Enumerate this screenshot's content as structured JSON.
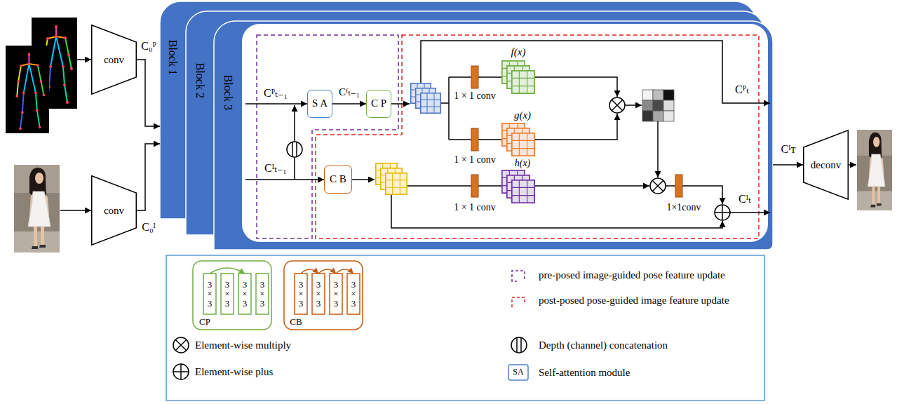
{
  "diagram": {
    "nodes": [
      {
        "text": [
          "conv"
        ]
      },
      {
        "text": [
          "conv"
        ]
      },
      {
        "text": [
          "Block 1"
        ]
      },
      {
        "text": [
          "Block 2"
        ]
      },
      {
        "text": [
          "Block 3"
        ]
      },
      {
        "text": [
          "S A"
        ],
        "in": 4
      },
      {
        "text": [
          "C P"
        ],
        "in": 4
      },
      {
        "text": [
          "C B"
        ],
        "in": 4
      },
      {
        "text": [
          "deconv"
        ]
      }
    ],
    "edges": [
      {
        "from": 0,
        "to": 2,
        "arrow": "to",
        "label": "C₀ᴾ"
      },
      {
        "from": 1,
        "to": 2,
        "arrow": "to",
        "label": "C₀ᴵ"
      },
      {
        "from": 5,
        "to": 6,
        "arrow": "to",
        "label": "Cᶠₜ₋₁"
      },
      {
        "from": 4,
        "to": 8,
        "arrow": "to",
        "label": "Cᴵᴛ"
      }
    ],
    "labels": [
      "Cᴾₜ₋₁",
      "Cᴵₜ₋₁",
      "f(x)",
      "1 × 1 conv",
      "g(x)",
      "1 × 1 conv",
      "Cᴾₜ",
      "h(x)",
      "1 × 1 conv",
      "1×1conv",
      "Cᴵₜ",
      "CP",
      "3 × 3",
      "3 × 3",
      "3 × 3",
      "3 × 3",
      "CB",
      "3 × 3",
      "3 × 3",
      "3 × 3",
      "3 × 3",
      "SA"
    ],
    "legend": [
      {
        "text": "pre-posed image-guided pose feature update"
      },
      {
        "text": "post-posed pose-guided image feature update"
      },
      {
        "text": "Element-wise multiply"
      },
      {
        "text": "Depth (channel) concatenation"
      },
      {
        "text": "Element-wise plus"
      },
      {
        "text": "Self-attention module"
      }
    ]
  }
}
